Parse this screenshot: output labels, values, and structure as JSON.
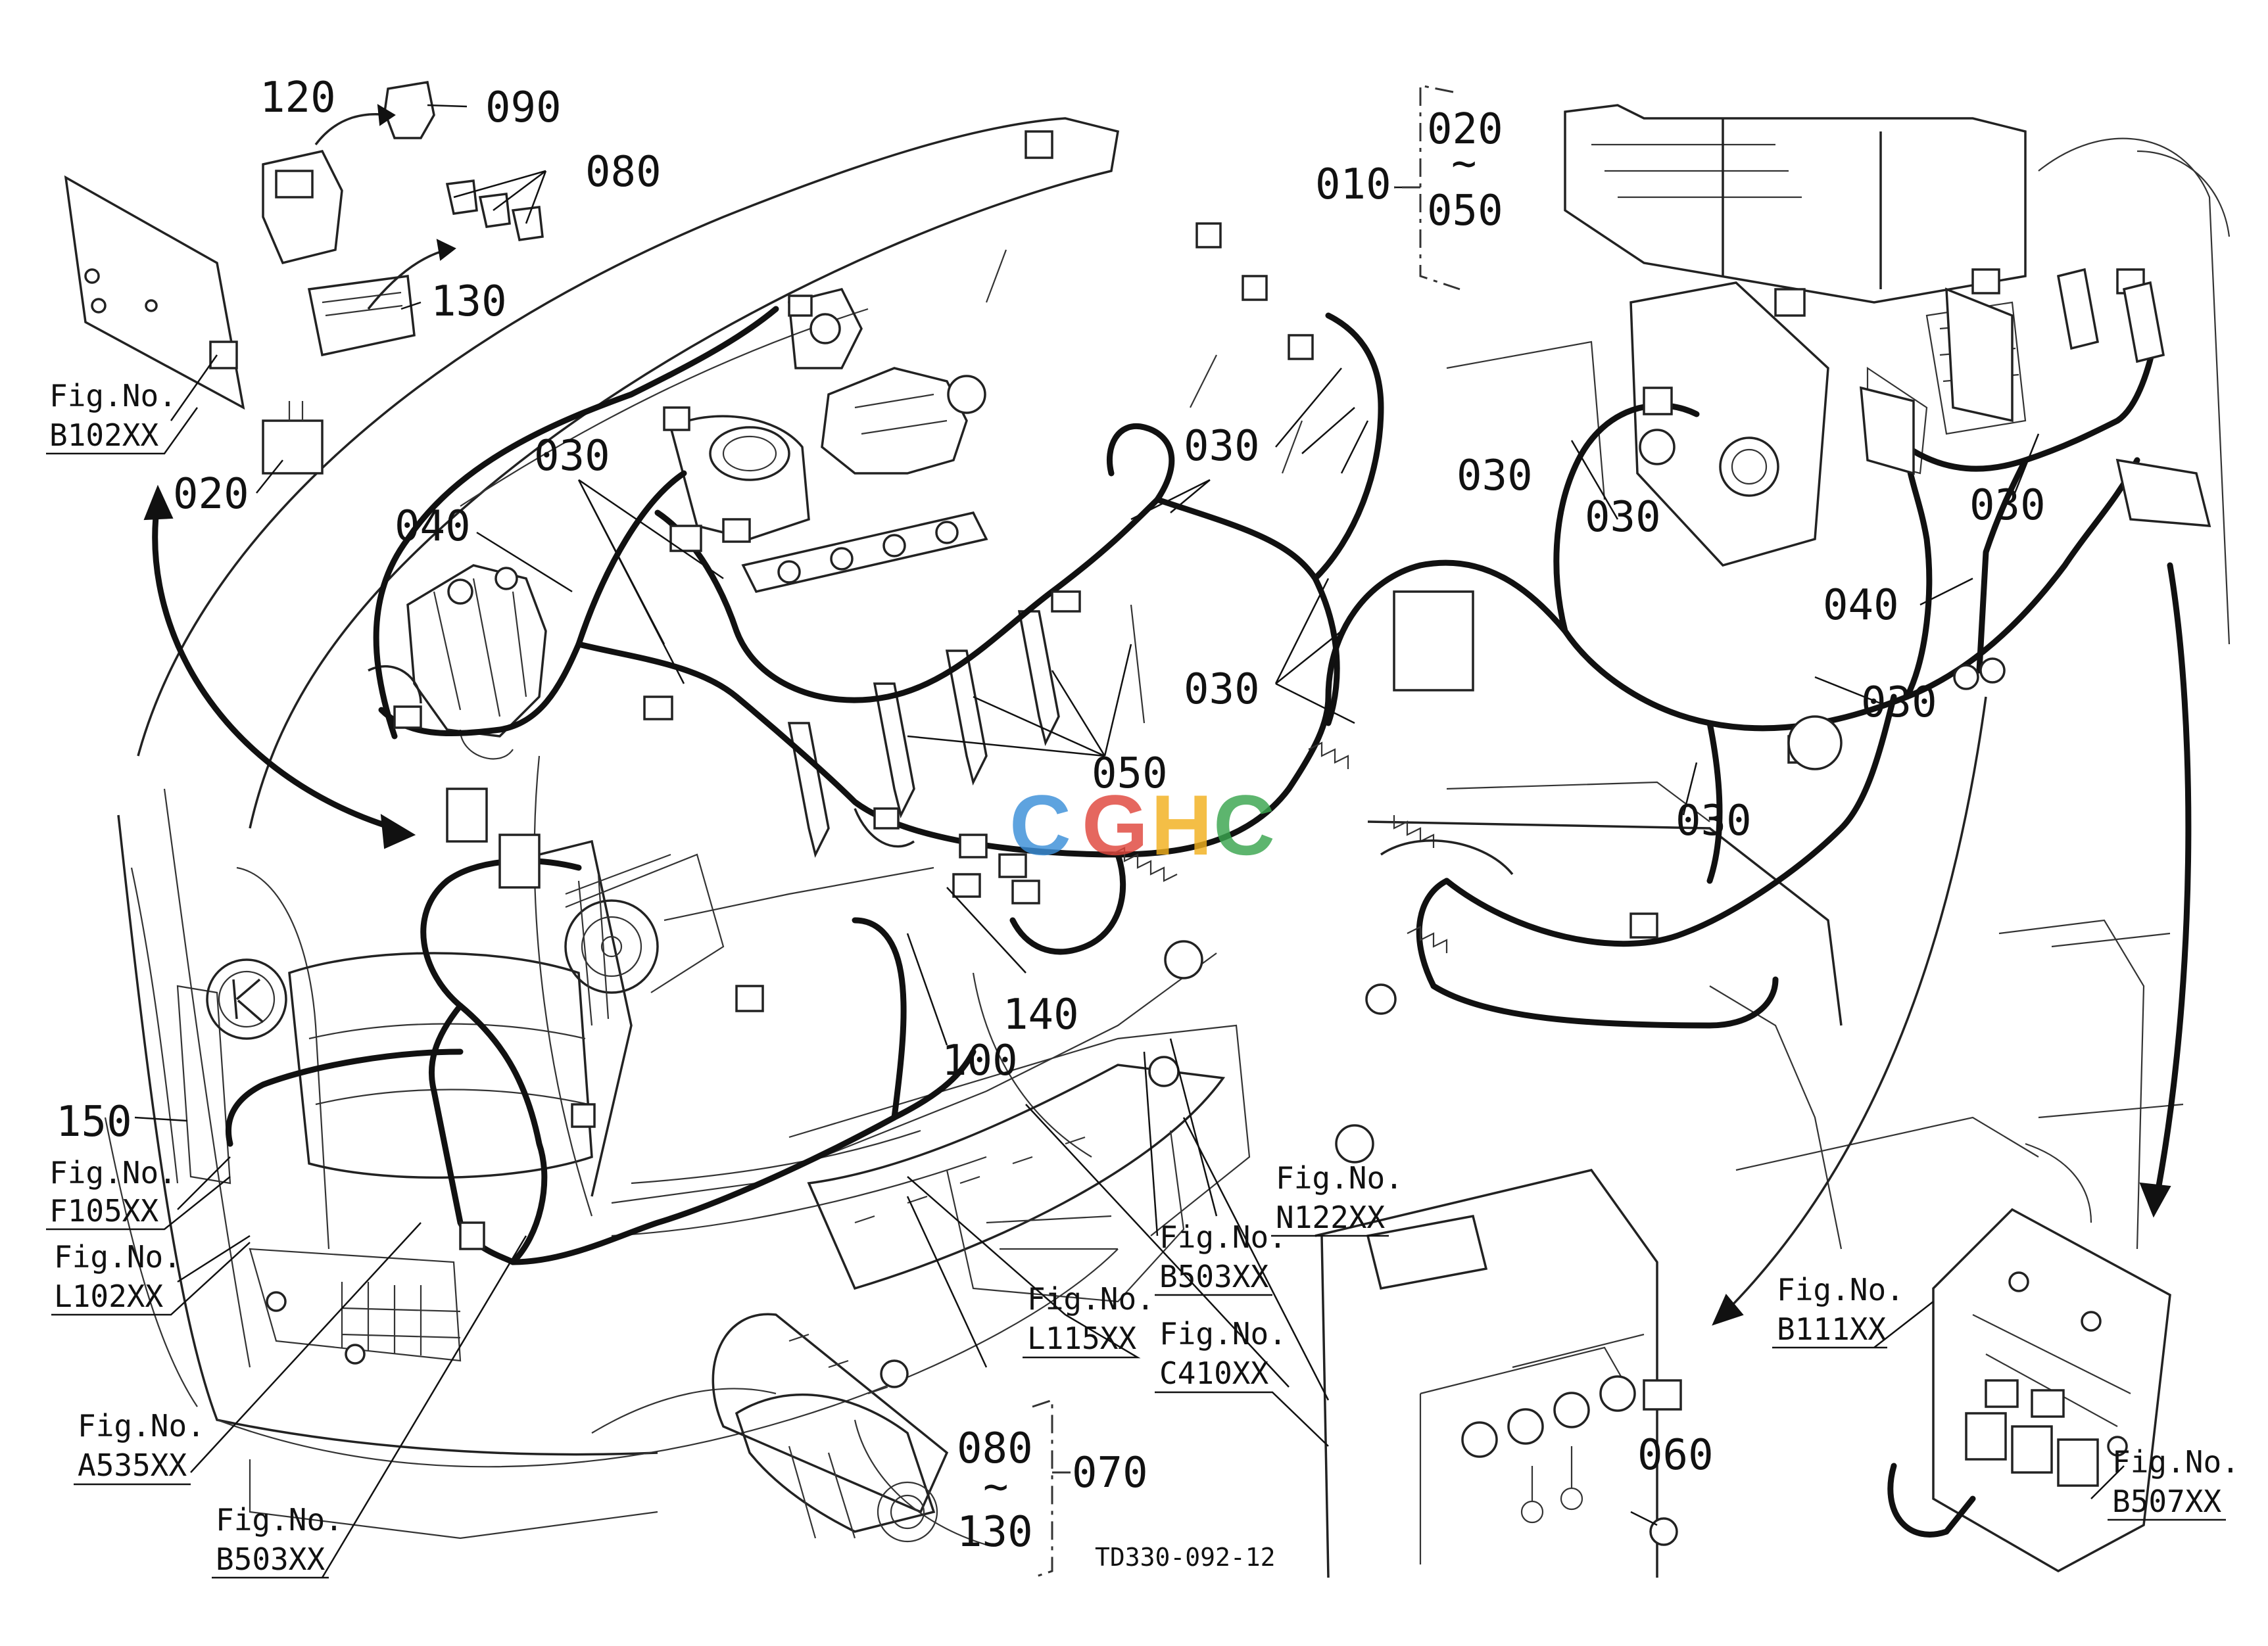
{
  "labels": {
    "p120": "120",
    "p090": "090",
    "p080_top": "080",
    "p130": "130",
    "p020": "020",
    "p040_left": "040",
    "p030_a": "030",
    "p030_b": "030",
    "p030_c": "030",
    "p030_d": "030",
    "p030_e": "030",
    "p030_f": "030",
    "p030_g": "030",
    "p030_h": "030",
    "p040_right": "040",
    "p050": "050",
    "p140": "140",
    "p100": "100",
    "p150": "150",
    "p010": "010",
    "p020_range_start": "020",
    "p020_range_tilde": "~",
    "p020_range_end": "050",
    "p080_range_start": "080",
    "p080_range_tilde": "~",
    "p080_range_end": "130",
    "p070": "070",
    "p060": "060"
  },
  "figure_refs": [
    {
      "prefix": "Fig.No.",
      "code": "B102XX"
    },
    {
      "prefix": "Fig.No.",
      "code": "F105XX"
    },
    {
      "prefix": "Fig.No.",
      "code": "L102XX"
    },
    {
      "prefix": "Fig.No.",
      "code": "A535XX"
    },
    {
      "prefix": "Fig.No.",
      "code": "B503XX"
    },
    {
      "prefix": "Fig.No.",
      "code": "L115XX"
    },
    {
      "prefix": "Fig.No.",
      "code": "B503XX"
    },
    {
      "prefix": "Fig.No.",
      "code": "N122XX"
    },
    {
      "prefix": "Fig.No.",
      "code": "C410XX"
    },
    {
      "prefix": "Fig.No.",
      "code": "B111XX"
    },
    {
      "prefix": "Fig.No.",
      "code": "B507XX"
    }
  ],
  "drawing_code": "TD330-092-12",
  "watermark": {
    "letters": [
      "C",
      "G",
      "H",
      "C"
    ],
    "colors": [
      "#3b8fd9",
      "#e0463c",
      "#f2b01e",
      "#3aa64f"
    ]
  }
}
